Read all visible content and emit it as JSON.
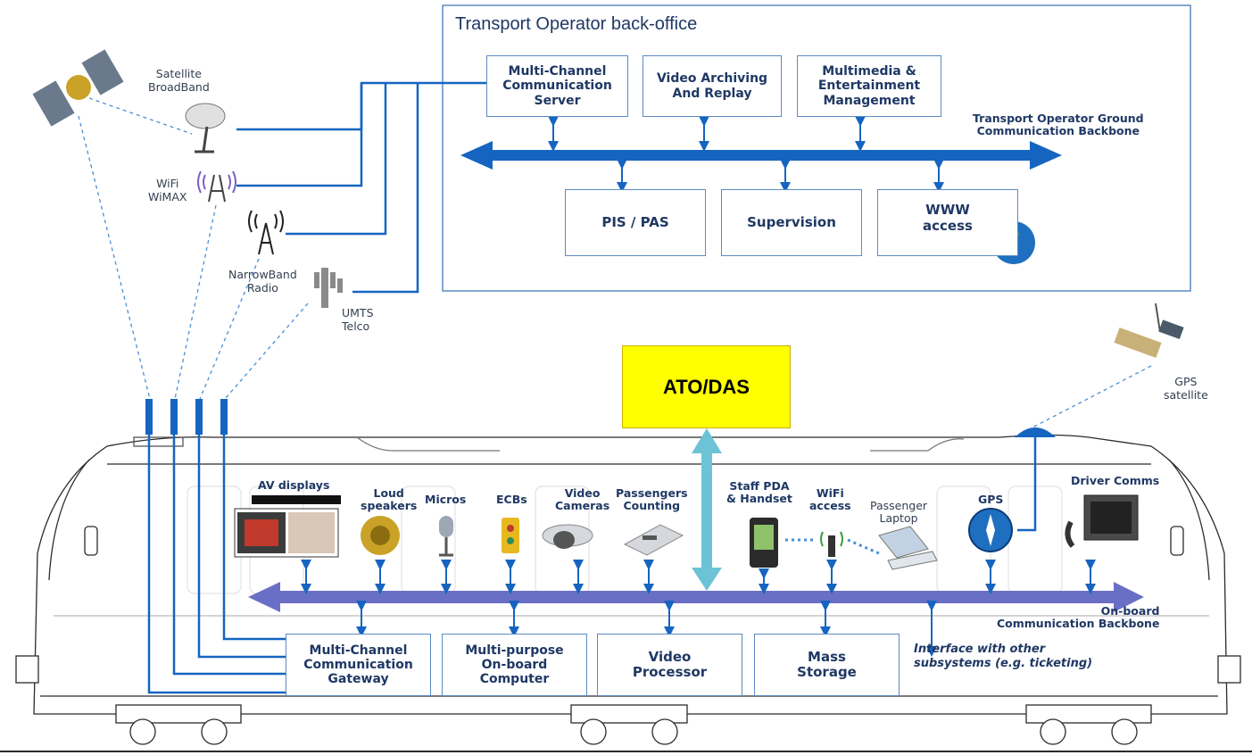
{
  "backoffice": {
    "title": "Transport  Operator back-office",
    "boxes": [
      "Multi-Channel\nCommunication\nServer",
      "Video Archiving\nAnd Replay",
      "Multimedia &\nEntertainment\nManagement",
      "PIS / PAS",
      "Supervision",
      "WWW\naccess"
    ],
    "backbone_label": "Transport  Operator  Ground\nCommunication  Backbone"
  },
  "radio": {
    "satellite": "Satellite\nBroadBand",
    "wifi": "WiFi\nWiMAX",
    "narrowband": "NarrowBand\nRadio",
    "umts": "UMTS\nTelco",
    "gps_satellite": "GPS\nsatellite"
  },
  "ato": {
    "label": "ATO/DAS"
  },
  "devices": {
    "av_displays": "AV displays",
    "loud_speakers": "Loud\nspeakers",
    "micros": "Micros",
    "ecbs": "ECBs",
    "video_cameras": "Video\nCameras",
    "passengers_counting": "Passengers\nCounting",
    "staff_pda": "Staff PDA\n& Handset",
    "wifi_access": "WiFi\naccess",
    "passenger_laptop": "Passenger\nLaptop",
    "gps": "GPS",
    "driver_comms": "Driver  Comms"
  },
  "onboard": {
    "boxes": [
      "Multi-Channel\nCommunication\nGateway",
      "Multi-purpose\nOn-board\nComputer",
      "Video\nProcessor",
      "Mass\nStorage"
    ],
    "backbone_label": "On-board\nCommunication  Backbone",
    "interface_note": "Interface with other\nsubsystems (e.g. ticketing)"
  },
  "colors": {
    "backbone_blue": "#1565c0",
    "onboard_backbone": "#6a6fc6",
    "ato_yellow": "#ffff00",
    "ato_link": "#6cc3d5",
    "box_border": "#5b8bc4"
  }
}
